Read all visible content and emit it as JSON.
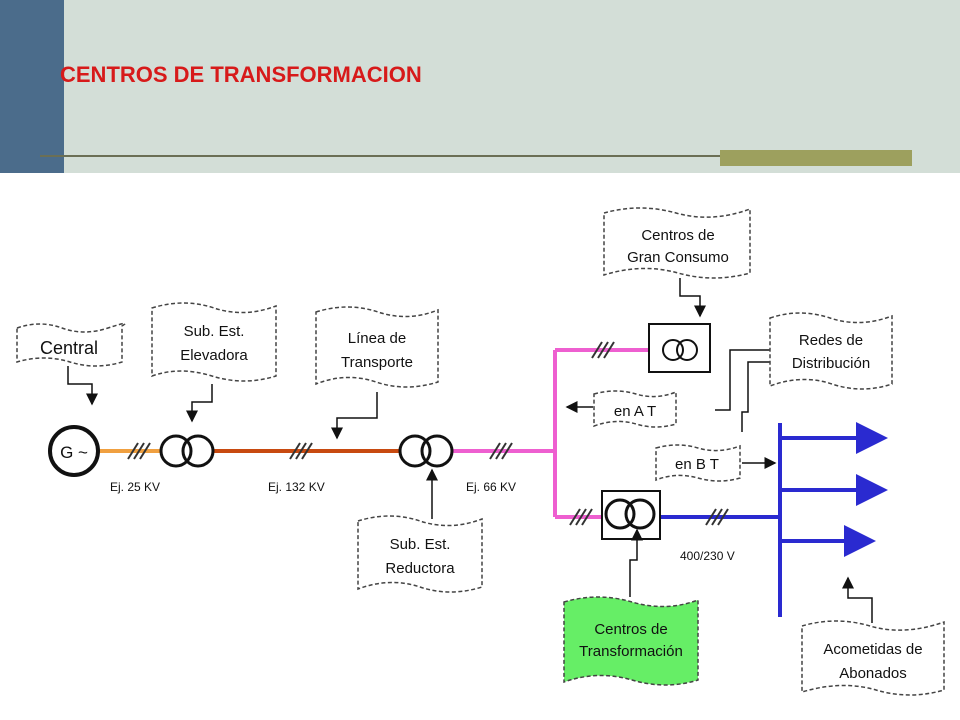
{
  "slide": {
    "title": "CENTROS DE TRANSFORMACION",
    "colors": {
      "header_bg": "#d3ded7",
      "left_bar": "#4b6c8b",
      "title": "#d71a1a",
      "rule": "#6b6f55",
      "rule_accent": "#9da05e"
    }
  },
  "diagram": {
    "callouts": {
      "central": "Central",
      "sub_elev_1": "Sub. Est.",
      "sub_elev_2": "Elevadora",
      "linea_1": "Línea de",
      "linea_2": "Transporte",
      "sub_red_1": "Sub. Est.",
      "sub_red_2": "Reductora",
      "gran_1": "Centros de",
      "gran_2": "Gran Consumo",
      "redes_1": "Redes de",
      "redes_2": "Distribución",
      "en_at": "en A T",
      "en_bt": "en B T",
      "ct_1": "Centros de",
      "ct_2": "Transformación",
      "acom_1": "Acometidas de",
      "acom_2": "Abonados"
    },
    "labels": {
      "generator": "G ~",
      "v25": "Ej. 25 KV",
      "v132": "Ej. 132 KV",
      "v66": "Ej. 66 KV",
      "v400": "400/230 V"
    },
    "line_colors": {
      "gen_line": "#f0a040",
      "transport_line": "#c84a10",
      "distribution_line": "#ee5fd0",
      "low_voltage_line": "#2a2ad0",
      "ct_fill": "#66ee66"
    }
  }
}
